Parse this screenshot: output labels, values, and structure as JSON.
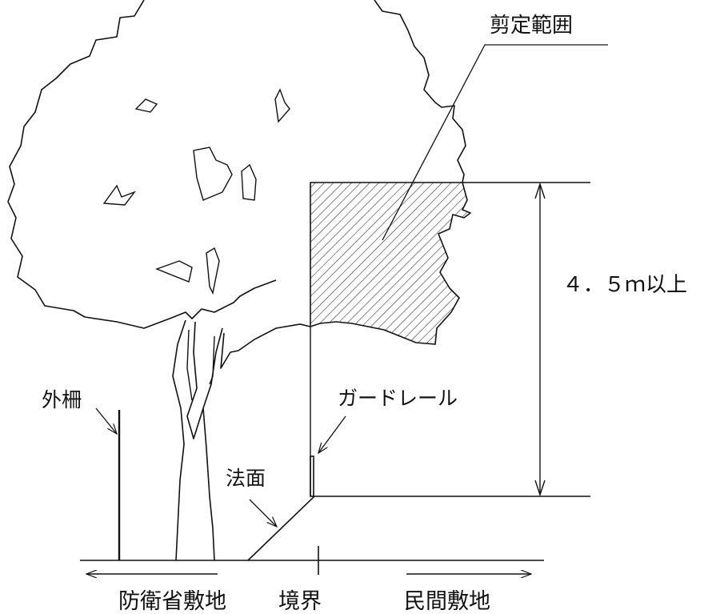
{
  "labels": {
    "pruning_area": "剪定範囲",
    "height": "４．５ｍ以上",
    "outer_fence": "外柵",
    "guardrail": "ガードレール",
    "slope": "法面",
    "defense_land": "防衛省敷地",
    "boundary": "境界",
    "private_land": "民間敷地"
  }
}
